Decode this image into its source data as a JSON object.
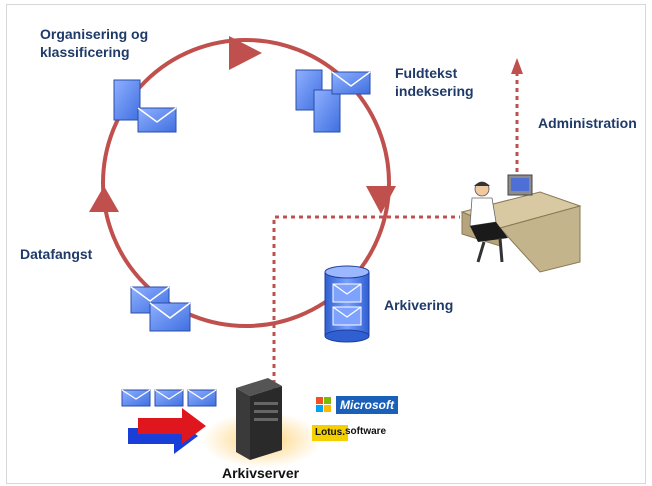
{
  "labels": {
    "organisering": "Organisering og\nklassificering",
    "fuldtekst": "Fuldtekst\nindeksering",
    "administration": "Administration",
    "datafangst": "Datafangst",
    "arkivering": "Arkivering",
    "arkivserver": "Arkivserver"
  },
  "vendors": {
    "microsoft": "Microsoft",
    "lotus": "Lotus.",
    "lotus_suffix": "software"
  },
  "colors": {
    "cycle": "#c0504d",
    "doc_blue": "#4f81e8",
    "label_text": "#1f3a68",
    "dotted": "#c0504d"
  }
}
